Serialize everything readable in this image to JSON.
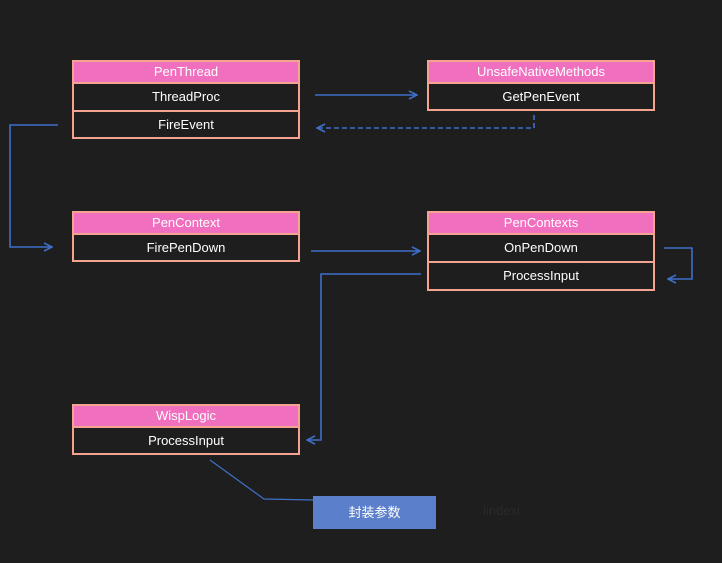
{
  "colors": {
    "background": "#1e1e1e",
    "header_fill": "#f06fbe",
    "box_border": "#f3a38f",
    "arrow": "#3f6fc8",
    "note_fill": "#5b7fcb"
  },
  "boxes": {
    "pen_thread": {
      "title": "PenThread",
      "methods": [
        "ThreadProc",
        "FireEvent"
      ]
    },
    "unsafe_native_methods": {
      "title": "UnsafeNativeMethods",
      "methods": [
        "GetPenEvent"
      ]
    },
    "pen_context": {
      "title": "PenContext",
      "methods": [
        "FirePenDown"
      ]
    },
    "pen_contexts": {
      "title": "PenContexts",
      "methods": [
        "OnPenDown",
        "ProcessInput"
      ]
    },
    "wisp_logic": {
      "title": "WispLogic",
      "methods": [
        "ProcessInput"
      ]
    }
  },
  "note": {
    "label": "封装参数"
  },
  "author": "lindexi"
}
